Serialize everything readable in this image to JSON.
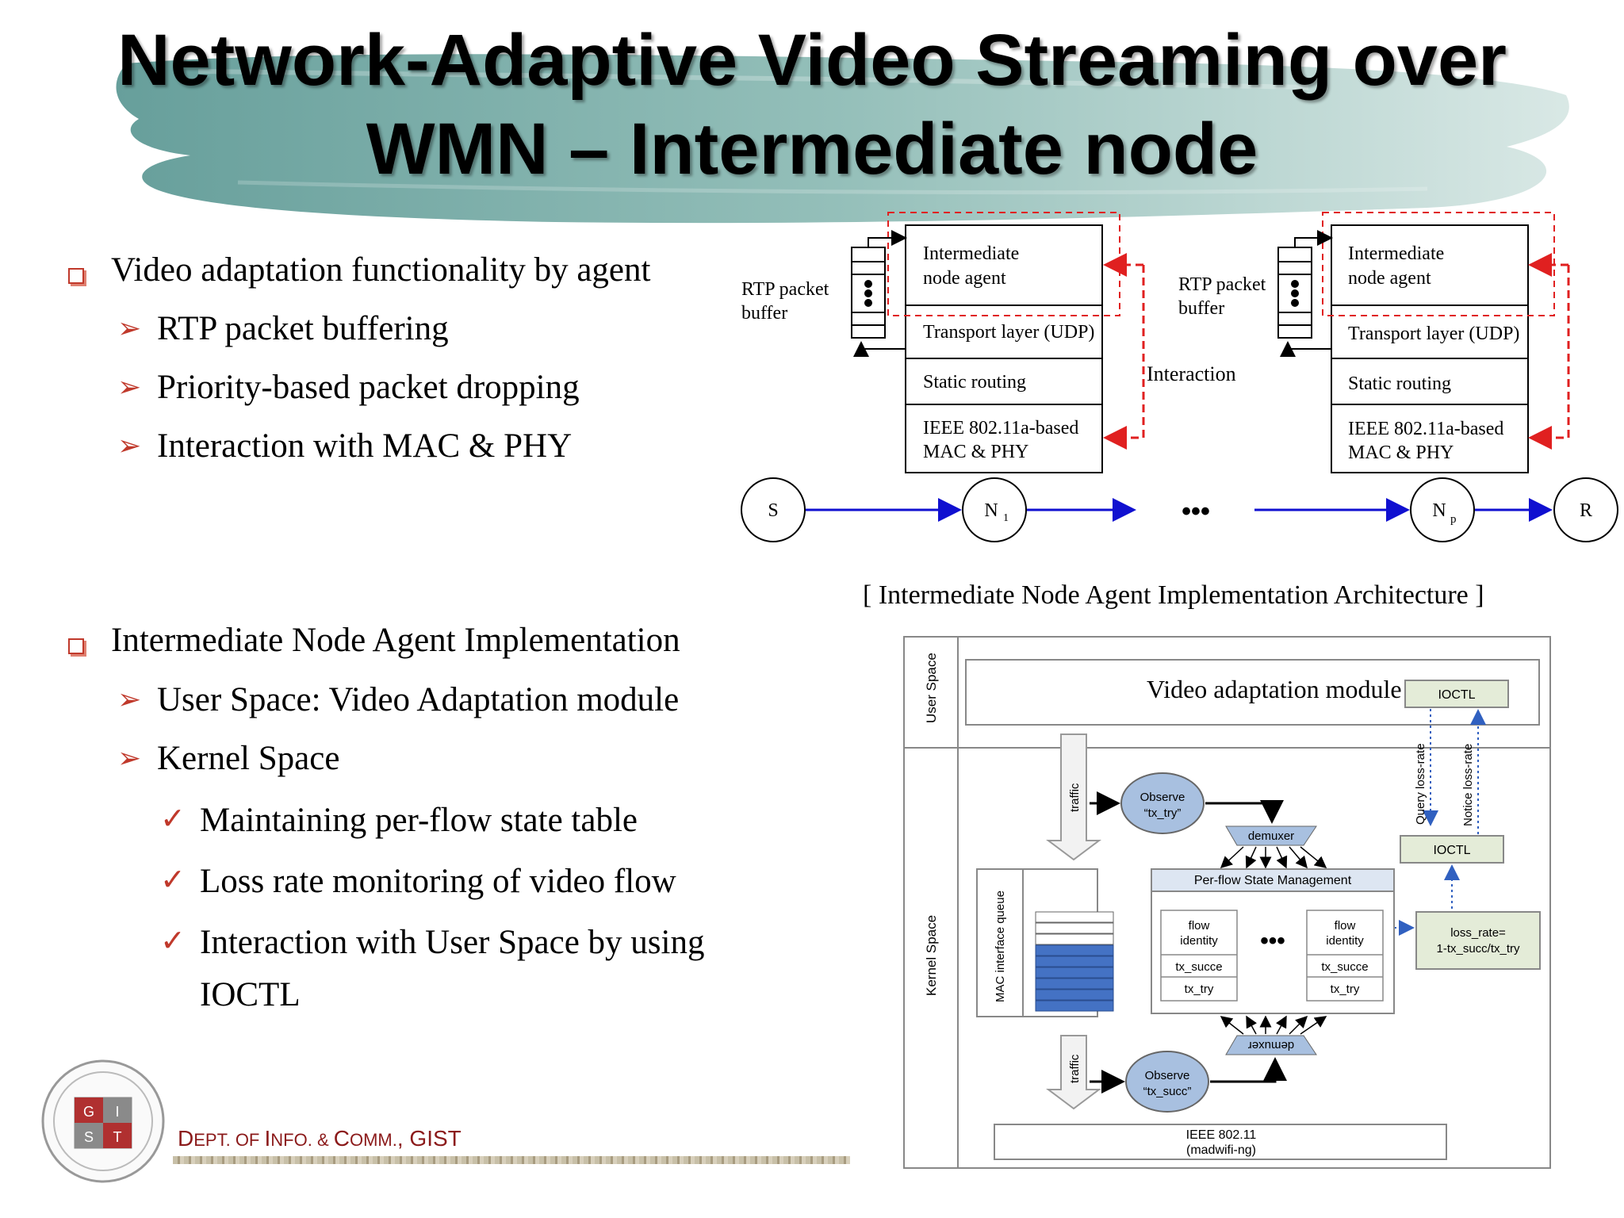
{
  "title": {
    "line1": "Network-Adaptive Video Streaming over",
    "line2": "WMN – Intermediate node"
  },
  "section1": {
    "heading": "Video adaptation functionality by agent",
    "items": [
      "RTP packet buffering",
      "Priority-based packet dropping",
      "Interaction with MAC & PHY"
    ]
  },
  "section2": {
    "heading": "Intermediate Node Agent Implementation",
    "items": [
      "User Space: Video Adaptation module",
      "Kernel Space"
    ],
    "subitems": [
      "Maintaining per-flow state table",
      "Loss rate monitoring of video flow",
      "Interaction with User Space by using",
      "IOCTL"
    ]
  },
  "top_diagram": {
    "buffer_label_1": "RTP packet",
    "buffer_label_2": "buffer",
    "agent_1": "Intermediate",
    "agent_2": "node agent",
    "transport": "Transport layer (UDP)",
    "routing": "Static routing",
    "mac_1": "IEEE 802.11a-based",
    "mac_2": "MAC & PHY",
    "interaction": "Interaction",
    "node_s": "S",
    "node_n1": "N",
    "node_n1_sub": "1",
    "ellipsis": "•••",
    "node_np": "N",
    "node_np_sub": "p",
    "node_r": "R",
    "colors": {
      "dashed": "#e02020",
      "link": "#1010d0"
    }
  },
  "caption": "[ Intermediate Node Agent Implementation Architecture ]",
  "bottom_diagram": {
    "user_space": "User Space",
    "kernel_space": "Kernel Space",
    "video_module": "Video adaptation module",
    "ioctl_top": "IOCTL",
    "query": "Query loss-rate",
    "notice": "Notice loss-rate",
    "ioctl_mid": "IOCTL",
    "traffic_1": "traffic",
    "traffic_2": "traffic",
    "observe_try_1": "Observe",
    "observe_try_2": "“tx_try”",
    "observe_succ_1": "Observe",
    "observe_succ_2": "“tx_succ”",
    "demuxer": "demuxer",
    "per_flow": "Per-flow State Management",
    "flow_id_1": "flow",
    "flow_id_2": "identity",
    "tx_succe": "tx_succe",
    "tx_try": "tx_try",
    "ellipsis": "•••",
    "loss_rate_1": "loss_rate=",
    "loss_rate_2": "1-tx_succ/tx_try",
    "mac_queue": "MAC interface queue",
    "ieee_1": "IEEE 802.11",
    "ieee_2": "(madwifi-ng)",
    "colors": {
      "ellipse": "#a8c0e0",
      "queue_fill": "#4472c4",
      "ioctl_fill": "#e4ecd8",
      "loss_fill": "#e4ecd8"
    }
  },
  "logo": {
    "letters": [
      "G",
      "I",
      "S",
      "T"
    ]
  },
  "footer": {
    "d": "D",
    "ept": "EPT.",
    "of": " OF ",
    "i": "I",
    "nfo": "NFO.",
    "amp": " & ",
    "c": "C",
    "omm": "OMM.",
    "gist": ", GIST"
  }
}
